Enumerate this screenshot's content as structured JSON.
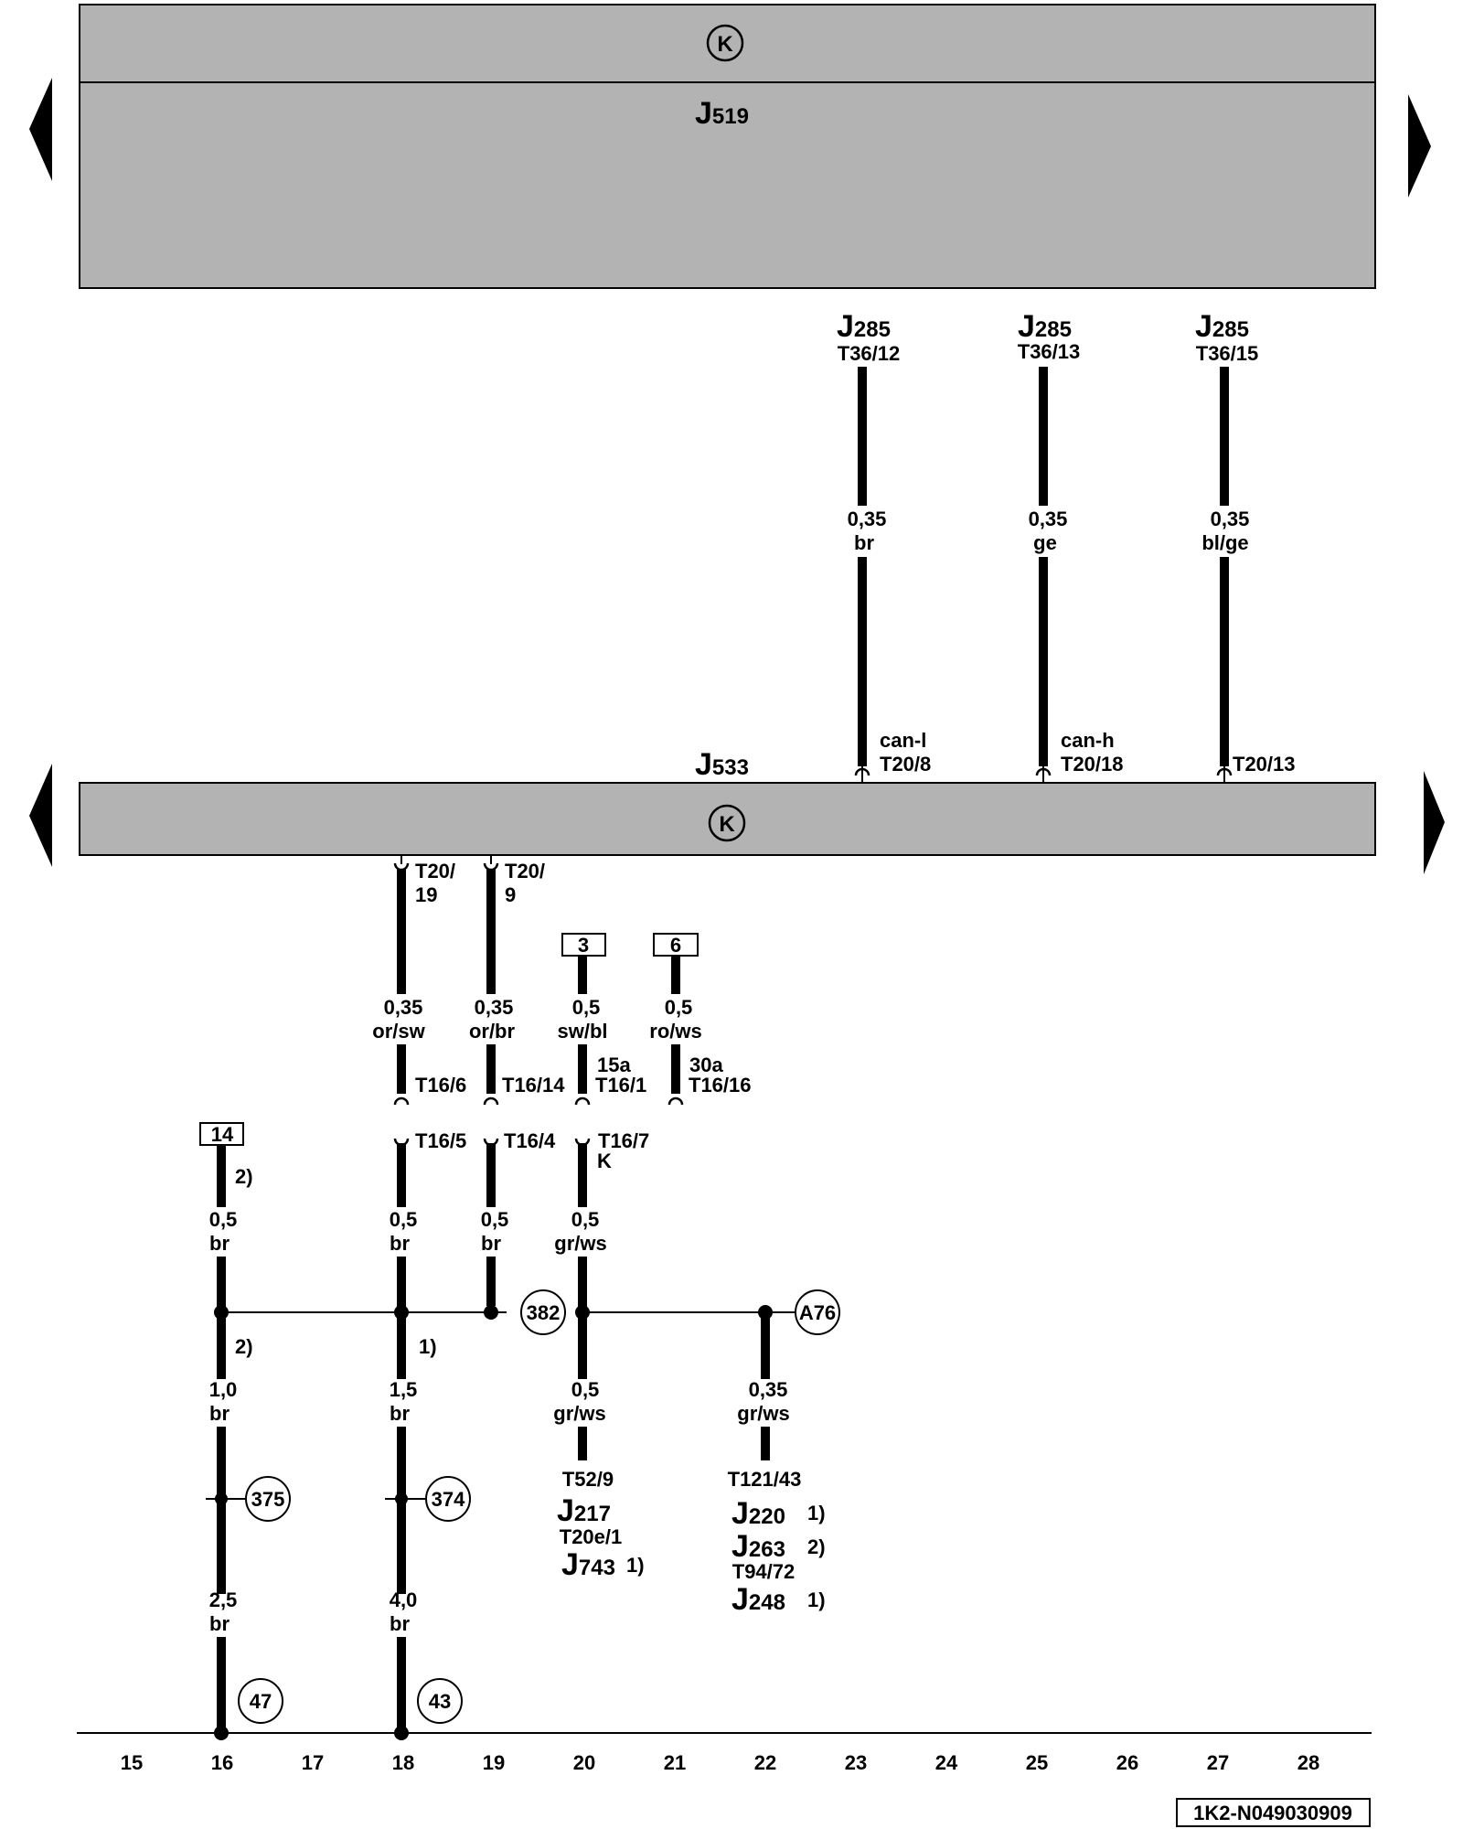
{
  "modules": {
    "top_name_letter": "J",
    "top_name_number": "519",
    "bottom_name_letter": "J",
    "bottom_name_number": "533",
    "can_symbol": "K"
  },
  "top_connectors": [
    {
      "id": "c23",
      "name_letter": "J",
      "name_number": "285",
      "pin": "T36/12",
      "size": "0,35",
      "color": "br",
      "bottom_text1": "can-l",
      "bottom_text2": "T20/8"
    },
    {
      "id": "c25",
      "name_letter": "J",
      "name_number": "285",
      "pin": "T36/13",
      "size": "0,35",
      "color": "ge",
      "bottom_text1": "can-h",
      "bottom_text2": "T20/18"
    },
    {
      "id": "c27",
      "name_letter": "J",
      "name_number": "285",
      "pin": "T36/15",
      "size": "0,35",
      "color": "bl/ge",
      "bottom_text1": "",
      "bottom_text2": "T20/13"
    }
  ],
  "upper_wires": [
    {
      "pin_a": "T20/",
      "pin_b": "19",
      "size": "0,35",
      "color": "or/sw",
      "t16": "T16/6"
    },
    {
      "pin_a": "T20/",
      "pin_b": "9",
      "size": "0,35",
      "color": "or/br",
      "t16": "T16/14"
    },
    {
      "box": "3",
      "size": "0,5",
      "color": "sw/bl",
      "func": "15a",
      "t16": "T16/1"
    },
    {
      "box": "6",
      "size": "0,5",
      "color": "ro/ws",
      "func": "30a",
      "t16": "T16/16"
    }
  ],
  "lower_wires": {
    "w16": {
      "box": "14",
      "note": "2)",
      "size": "0,5",
      "color": "br"
    },
    "w18": {
      "pin": "T16/5",
      "size": "0,5",
      "color": "br"
    },
    "w19": {
      "pin": "T16/4",
      "size": "0,5",
      "color": "br"
    },
    "w20": {
      "pin": "T16/7",
      "pin_sub": "K",
      "size": "0,5",
      "color": "gr/ws"
    }
  },
  "ground_refs": {
    "g382": "382",
    "a76": "A76",
    "g375": "375",
    "g374": "374",
    "g47": "47",
    "g43": "43"
  },
  "bottom_wires": {
    "w16a": {
      "note": "2)",
      "size": "1,0",
      "color": "br"
    },
    "w16b": {
      "size": "2,5",
      "color": "br"
    },
    "w18a": {
      "note": "1)",
      "size": "1,5",
      "color": "br"
    },
    "w18b": {
      "size": "4,0",
      "color": "br"
    },
    "w20": {
      "size": "0,5",
      "color": "gr/ws"
    },
    "w22": {
      "size": "0,35",
      "color": "gr/ws"
    }
  },
  "destinations": {
    "col20": [
      {
        "text": "T52/9"
      },
      {
        "letter": "J",
        "number": "217"
      },
      {
        "text": "T20e/1"
      },
      {
        "letter": "J",
        "number": "743",
        "note": "1)"
      }
    ],
    "col22": [
      {
        "text": "T121/43"
      },
      {
        "letter": "J",
        "number": "220",
        "note": "1)"
      },
      {
        "letter": "J",
        "number": "263",
        "note": "2)"
      },
      {
        "text": "T94/72"
      },
      {
        "letter": "J",
        "number": "248",
        "note": "1)"
      }
    ]
  },
  "axis_labels": [
    "15",
    "16",
    "17",
    "18",
    "19",
    "20",
    "21",
    "22",
    "23",
    "24",
    "25",
    "26",
    "27",
    "28"
  ],
  "doc_code": "1K2-N049030909"
}
